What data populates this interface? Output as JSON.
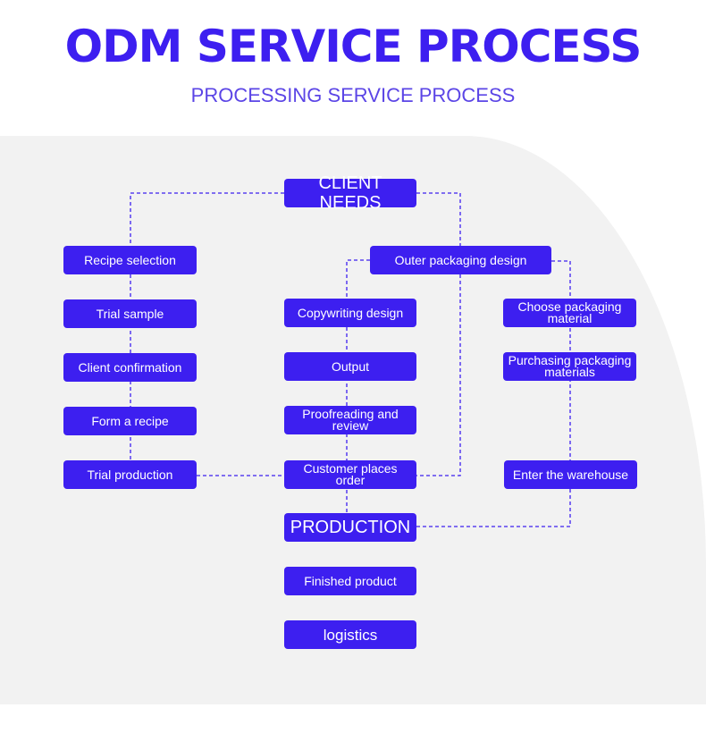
{
  "header": {
    "title": "ODM SERVICE PROCESS",
    "subtitle": "PROCESSING SERVICE PROCESS"
  },
  "colors": {
    "accent": "#3d1ff0",
    "panel": "#f2f2f2"
  },
  "nodes": {
    "client_needs": "CLIENT NEEDS",
    "recipe_selection": "Recipe selection",
    "trial_sample": "Trial sample",
    "client_confirmation": "Client confirmation",
    "form_recipe": "Form a recipe",
    "trial_production": "Trial production",
    "outer_packaging_design": "Outer packaging design",
    "copywriting_design": "Copywriting design",
    "output": "Output",
    "proofreading_review": "Proofreading and review",
    "customer_places_order": "Customer places order",
    "choose_packaging_material": "Choose packaging material",
    "purchasing_packaging_materials": "Purchasing packaging materials",
    "enter_warehouse": "Enter the warehouse",
    "production": "PRODUCTION",
    "finished_product": "Finished product",
    "logistics": "logistics"
  }
}
